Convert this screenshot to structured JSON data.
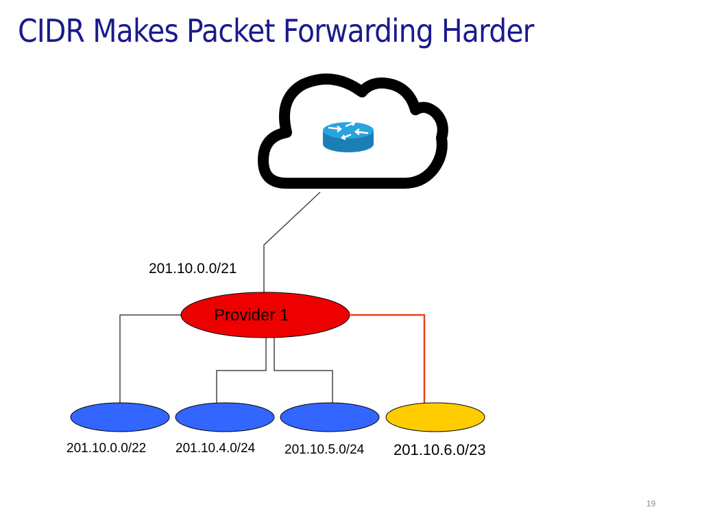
{
  "title": "CIDR Makes Packet Forwarding Harder",
  "aggregate_prefix": "201.10.0.0/21",
  "provider": {
    "label": "Provider 1",
    "color": "#ee0000"
  },
  "networks": [
    {
      "prefix": "201.10.0.0/22",
      "color": "#3366ff"
    },
    {
      "prefix": "201.10.4.0/24",
      "color": "#3366ff"
    },
    {
      "prefix": "201.10.5.0/24",
      "color": "#3366ff"
    },
    {
      "prefix": "201.10.6.0/23",
      "color": "#ffcc00"
    }
  ],
  "highlight_link_color": "#e8401a",
  "icons": {
    "cloud": "cloud-icon",
    "router": "router-icon"
  },
  "page_number": "19"
}
